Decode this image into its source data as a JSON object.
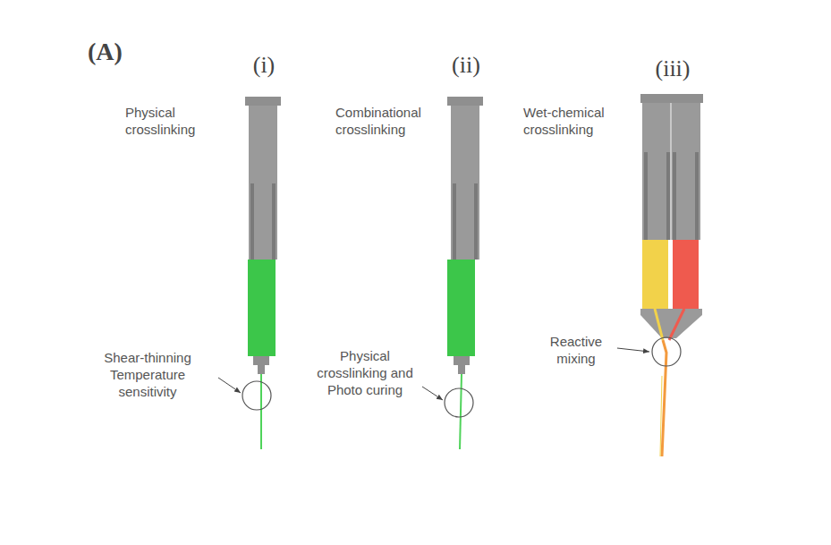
{
  "diagram": {
    "labels": [
      "(A)",
      "(i)",
      "Physical crosslinking",
      "Shear-thinning Temperature sensitivity",
      "(ii)",
      "Combinational crosslinking",
      "Physical crosslinking and Photo curing",
      "(iii)",
      "Wet-chemical crosslinking",
      "Reactive mixing"
    ]
  }
}
